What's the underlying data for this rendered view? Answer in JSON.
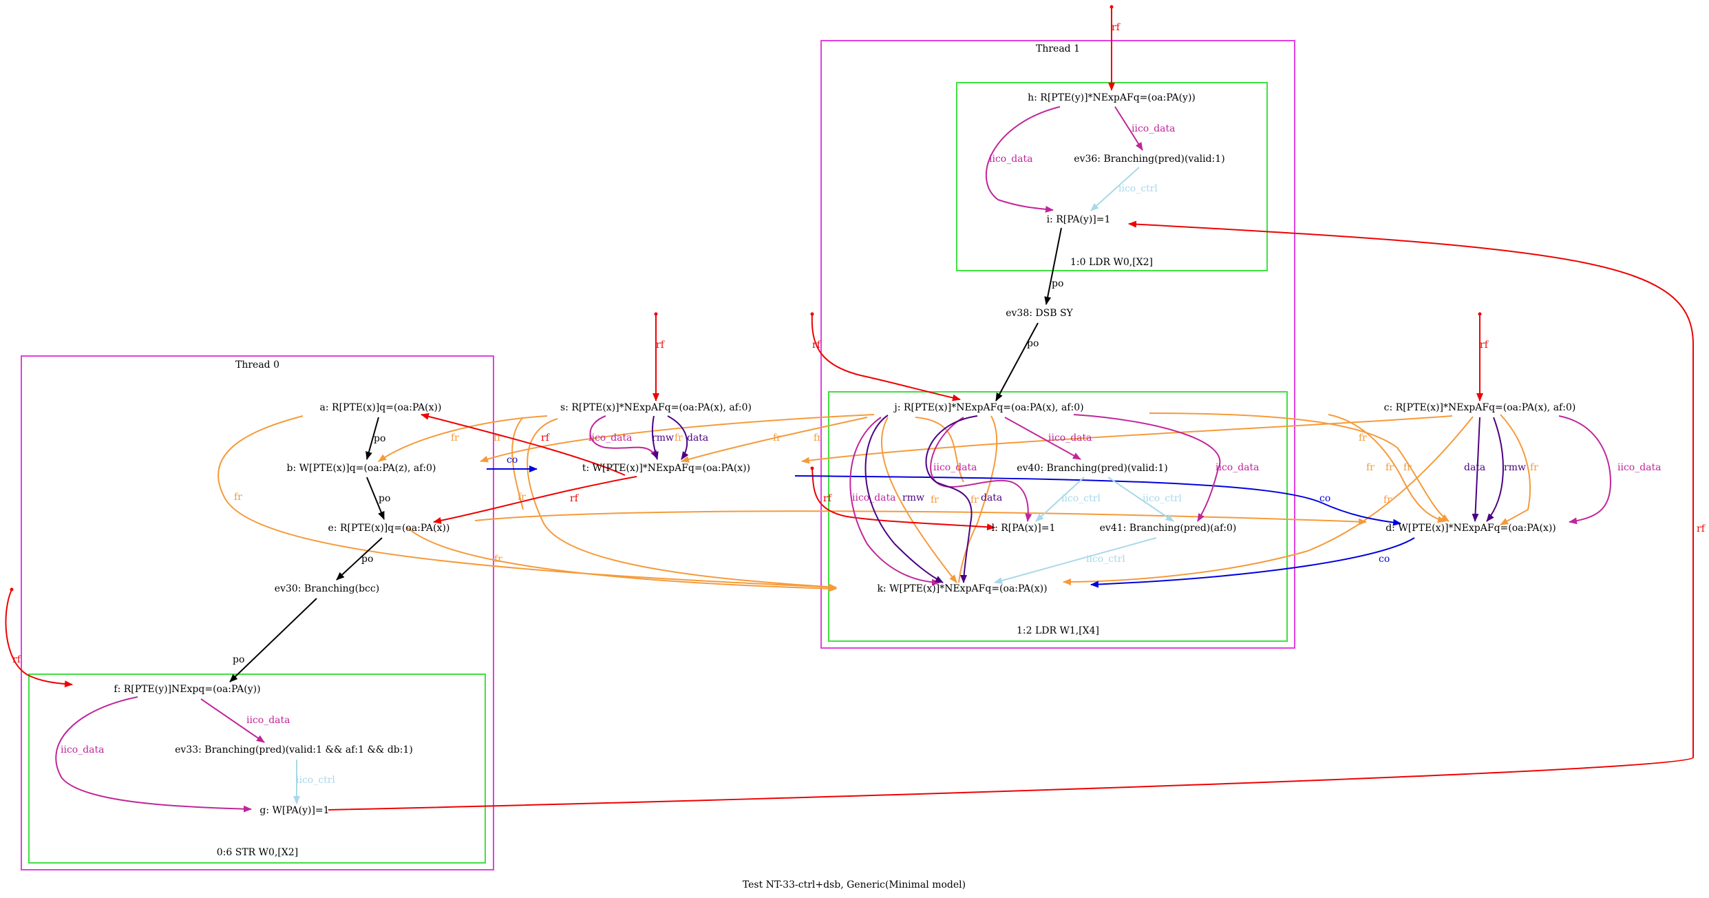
{
  "caption": "Test NT-33-ctrl+dsb, Generic(Minimal model)",
  "colors": {
    "rf": "#ee0000",
    "fr": "#f59a3a",
    "po": "#000000",
    "co": "#0000dd",
    "iico_data": "#c0259a",
    "iico_ctrl": "#a8d8ea",
    "rmw": "#4b0082",
    "data": "#4b0082",
    "thread_box": "#e040e0",
    "instr_box": "#40e040"
  },
  "clusters": {
    "thread0": "Thread 0",
    "thread1": "Thread 1",
    "instr_06": "0:6 STR W0,[X2]",
    "instr_10": "1:0 LDR W0,[X2]",
    "instr_12": "1:2 LDR W1,[X4]"
  },
  "nodes": {
    "a": "a: R[PTE(x)]q=(oa:PA(x))",
    "b": "b: W[PTE(x)]q=(oa:PA(z), af:0)",
    "e": "e: R[PTE(x)]q=(oa:PA(x))",
    "ev30": "ev30: Branching(bcc)",
    "f": "f: R[PTE(y)]NExpq=(oa:PA(y))",
    "ev33": "ev33: Branching(pred)(valid:1 && af:1 && db:1)",
    "g": "g: W[PA(y)]=1",
    "s": "s: R[PTE(x)]*NExpAFq=(oa:PA(x), af:0)",
    "t": "t: W[PTE(x)]*NExpAFq=(oa:PA(x))",
    "h": "h: R[PTE(y)]*NExpAFq=(oa:PA(y))",
    "ev36": "ev36: Branching(pred)(valid:1)",
    "i": "i: R[PA(y)]=1",
    "ev38": "ev38: DSB SY",
    "j": "j: R[PTE(x)]*NExpAFq=(oa:PA(x), af:0)",
    "ev40": "ev40: Branching(pred)(valid:1)",
    "ev41": "ev41: Branching(pred)(af:0)",
    "l": "l: R[PA(x)]=1",
    "k": "k: W[PTE(x)]*NExpAFq=(oa:PA(x))",
    "c": "c: R[PTE(x)]*NExpAFq=(oa:PA(x), af:0)",
    "d": "d: W[PTE(x)]*NExpAFq=(oa:PA(x))"
  },
  "edge_labels": {
    "rf": "rf",
    "fr": "fr",
    "po": "po",
    "co": "co",
    "iico_data": "iico_data",
    "iico_ctrl": "iico_ctrl",
    "rmw": "rmw",
    "data": "data"
  }
}
